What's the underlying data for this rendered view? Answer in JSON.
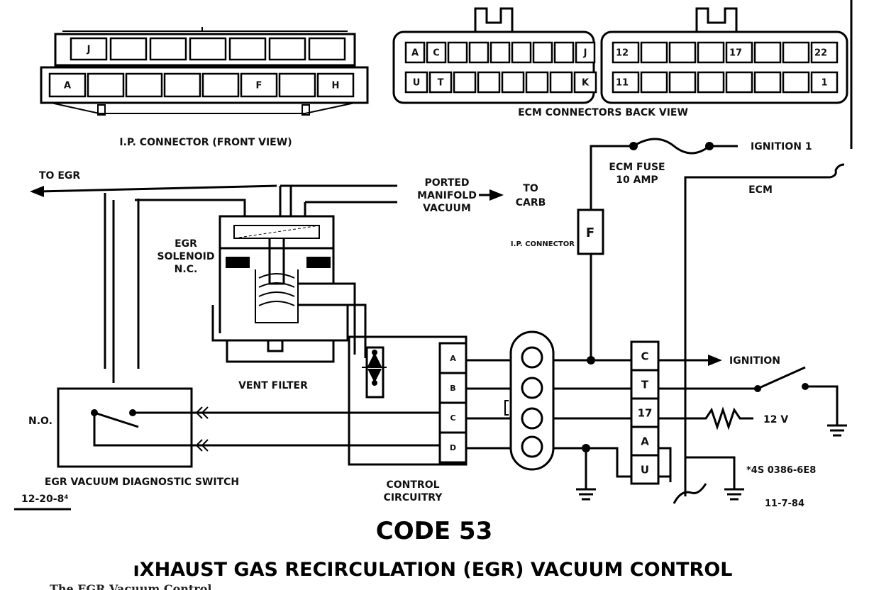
{
  "ip_connector": {
    "caption": "I.P. CONNECTOR (FRONT VIEW)",
    "top_row": [
      "J",
      "",
      "",
      "",
      "",
      "",
      ""
    ],
    "bottom_row": [
      "A",
      "",
      "",
      "",
      "",
      "F",
      "",
      "H"
    ]
  },
  "ecm_connectors": {
    "caption": "ECM CONNECTORS BACK VIEW",
    "left_top": [
      "A",
      "C",
      "",
      "",
      "",
      "",
      "",
      "",
      "J"
    ],
    "left_bottom": [
      "U",
      "T",
      "",
      "",
      "",
      "",
      "",
      "K"
    ],
    "right_top": [
      "12",
      "",
      "",
      "",
      "17",
      "",
      "",
      "22"
    ],
    "right_bottom": [
      "11",
      "",
      "",
      "",
      "",
      "",
      "",
      "1"
    ]
  },
  "labels": {
    "to_egr": "TO EGR",
    "ported_vacuum": [
      "PORTED",
      "MANIFOLD",
      "VACUUM"
    ],
    "to_carb": [
      "TO",
      "CARB"
    ],
    "egr_solenoid": [
      "EGR",
      "SOLENOID",
      "N.C."
    ],
    "vent_filter": "VENT FILTER",
    "ip_connector_small": "I.P. CONNECTOR",
    "f_pin": "F",
    "ecm_fuse": [
      "ECM FUSE",
      "10 AMP"
    ],
    "ignition_1": "IGNITION 1",
    "ecm": "ECM",
    "ignition": "IGNITION",
    "twelve_v": "12 V",
    "part_no": "*4S 0386-6E8",
    "date_right": "11-7-84",
    "date_left": "12-20-8⁴",
    "no_label": "N.O.",
    "switch_caption": "EGR VACUUM DIAGNOSTIC SWITCH",
    "control_circuitry": [
      "CONTROL",
      "CIRCUITRY"
    ],
    "ctrl_pins": [
      "A",
      "B",
      "C",
      "D"
    ],
    "ecm_pins": [
      "C",
      "T",
      "17",
      "A",
      "U"
    ]
  },
  "title": "CODE 53",
  "subtitle": "ıXHAUST GAS RECIRCULATION (EGR) VACUUM CONTROL",
  "footer_fragment": "The EGR Vacuum Control..."
}
